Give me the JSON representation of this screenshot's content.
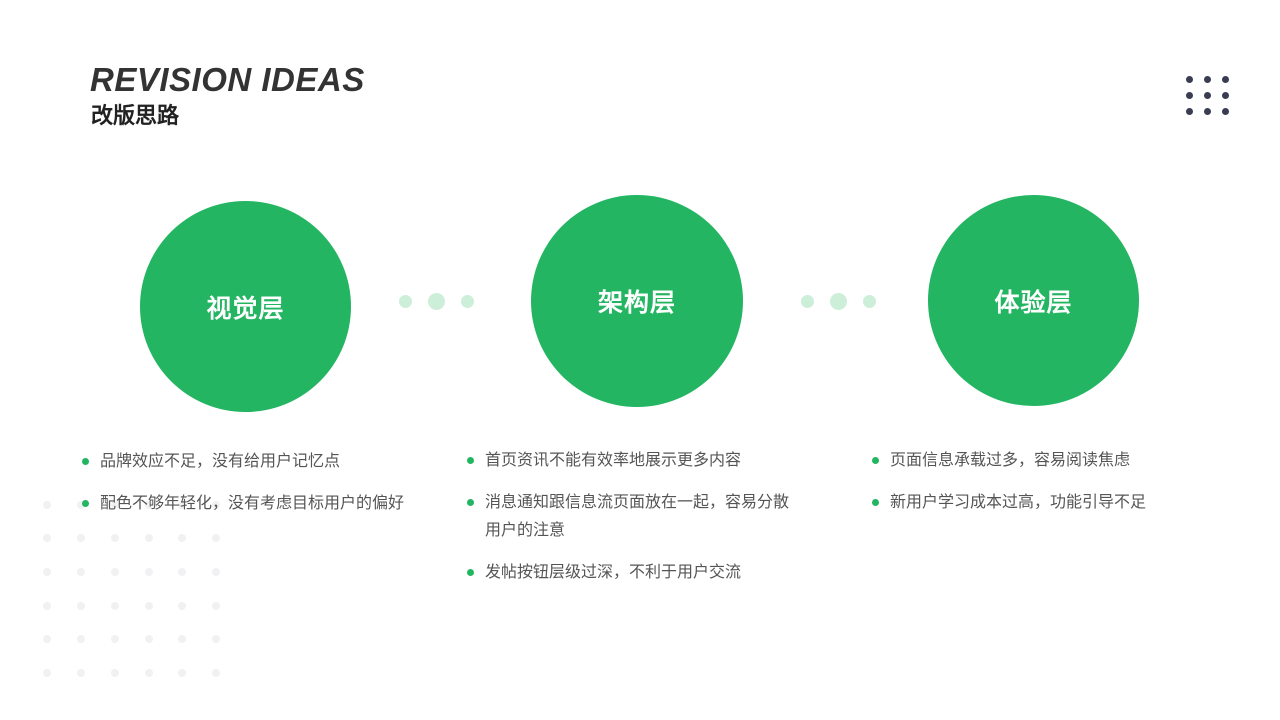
{
  "header": {
    "title_en": "REVISION IDEAS",
    "title_cn": "改版思路"
  },
  "colors": {
    "accent": "#23b562",
    "connector_dot": "#cdeed9",
    "dark_dots": "#3a3d52",
    "text": "#555555"
  },
  "layers": [
    {
      "label": "视觉层",
      "points": [
        "品牌效应不足，没有给用户记忆点",
        "配色不够年轻化，没有考虑目标用户的偏好"
      ]
    },
    {
      "label": "架构层",
      "points": [
        "首页资讯不能有效率地展示更多内容",
        "消息通知跟信息流页面放在一起，容易分散用户的注意",
        "发帖按钮层级过深，不利于用户交流"
      ]
    },
    {
      "label": "体验层",
      "points": [
        "页面信息承载过多，容易阅读焦虑",
        "新用户学习成本过高，功能引导不足"
      ]
    }
  ]
}
